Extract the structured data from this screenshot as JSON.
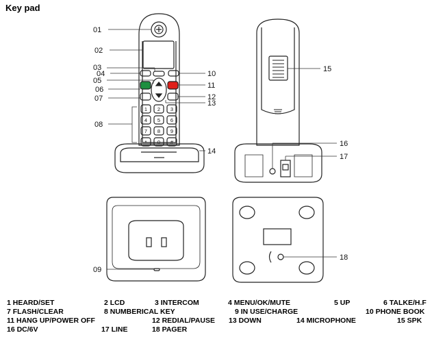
{
  "title": "Key pad",
  "callouts": [
    "01",
    "02",
    "03",
    "04",
    "05",
    "06",
    "07",
    "08",
    "09",
    "10",
    "11",
    "12",
    "13",
    "14",
    "15",
    "16",
    "17",
    "18"
  ],
  "keys": [
    "1",
    "2",
    "3",
    "4",
    "5",
    "6",
    "7",
    "8",
    "9",
    "*",
    "0",
    "#"
  ],
  "legend": [
    [
      "1 HEARD/SET",
      "2 LCD",
      "3 INTERCOM",
      "4 MENU/OK/MUTE",
      "5 UP",
      "6 TALKE/H.F"
    ],
    [
      "7 FLASH/CLEAR",
      "8 NUMBERICAL KEY",
      "9 IN USE/CHARGE",
      "10 PHONE BOOK"
    ],
    [
      "11  HANG  UP/POWER  OFF",
      "12  REDIAL/PAUSE",
      "13  DOWN",
      "14  MICROPHONE",
      "15  SPK"
    ],
    [
      "16 DC/6V",
      "17 LINE",
      "18 PAGER"
    ]
  ]
}
